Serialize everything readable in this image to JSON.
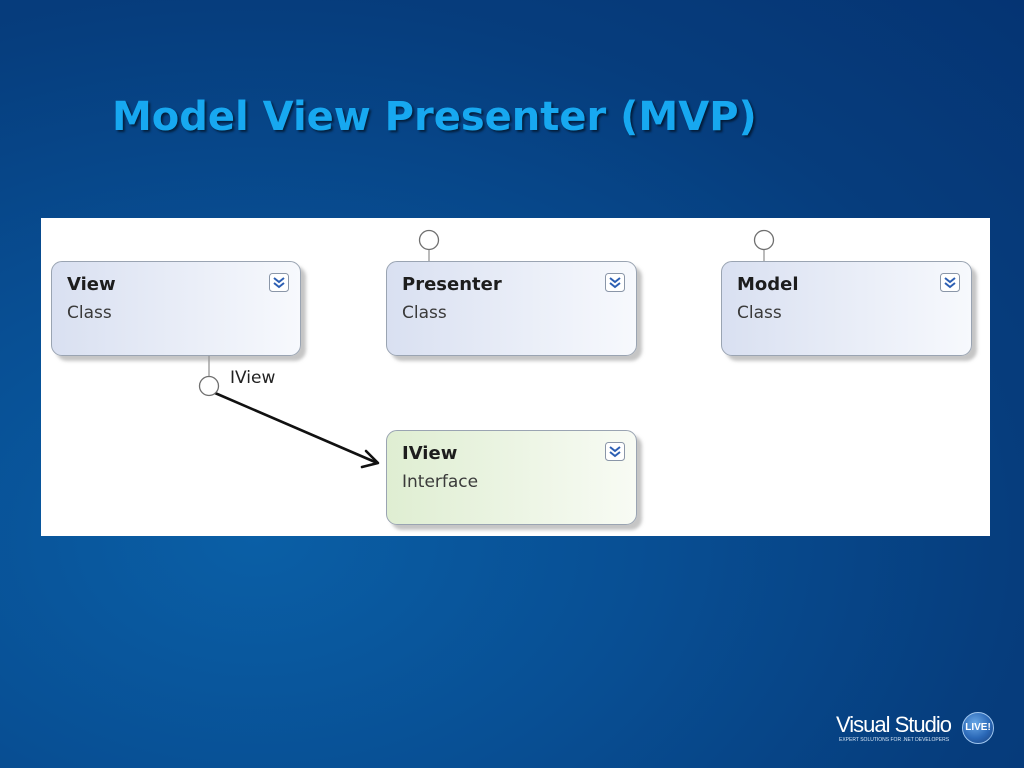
{
  "slide": {
    "title": "Model View Presenter (MVP)"
  },
  "diagram": {
    "shapes": [
      {
        "id": "view",
        "name": "View",
        "kind": "Class",
        "type": "class",
        "expander_icon": "double-chevron-down-icon"
      },
      {
        "id": "presenter",
        "name": "Presenter",
        "kind": "Class",
        "type": "class",
        "expander_icon": "double-chevron-down-icon"
      },
      {
        "id": "model",
        "name": "Model",
        "kind": "Class",
        "type": "class",
        "expander_icon": "double-chevron-down-icon"
      },
      {
        "id": "iview",
        "name": "IView",
        "kind": "Interface",
        "type": "interface",
        "expander_icon": "double-chevron-down-icon"
      }
    ],
    "lollipop_label": "IView",
    "relationships": [
      {
        "from": "view",
        "to": "iview",
        "kind": "implements-interface",
        "label": "IView"
      }
    ],
    "colors": {
      "class_fill_start": "#d9e0f1",
      "interface_fill_start": "#dfeed2",
      "expander_blue": "#2d5fb3"
    }
  },
  "branding": {
    "product": "Visual Studio",
    "badge": "LIVE!",
    "tagline": "EXPERT SOLUTIONS FOR .NET DEVELOPERS"
  },
  "theme": {
    "title_color": "#17a8f0",
    "background_color": "#084f94"
  }
}
